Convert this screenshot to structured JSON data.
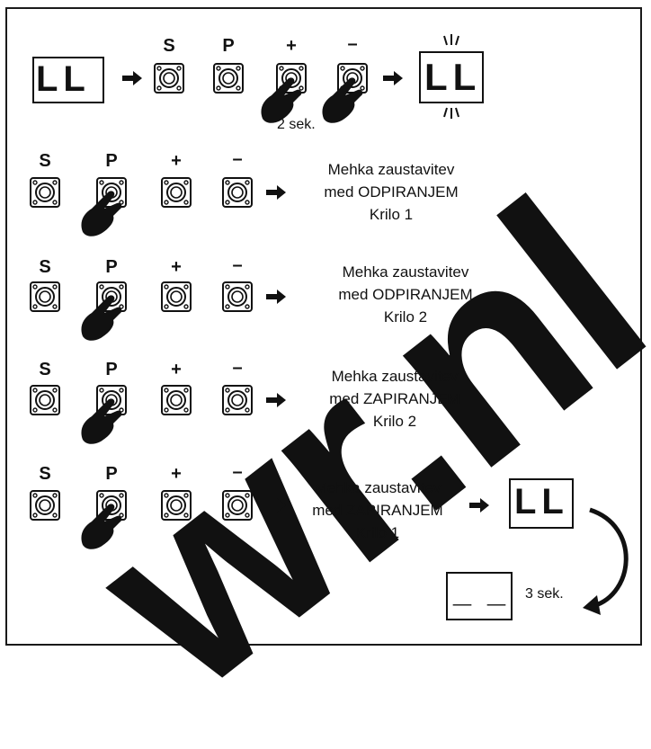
{
  "keys": {
    "s": "S",
    "p": "P",
    "plus": "+",
    "minus": "–"
  },
  "display": {
    "lcd_code": "LL",
    "lcd_done": "_ _"
  },
  "timing": {
    "hold_2s": "2 sek.",
    "wait_3s": "3 sek."
  },
  "steps": [
    {
      "line1": "Mehka zaustavitev",
      "line2": "med ODPIRANJEM",
      "line3": "Krilo 1"
    },
    {
      "line1": "Mehka zaustavitev",
      "line2": "med ODPIRANJEM",
      "line3": "Krilo 2"
    },
    {
      "line1": "Mehka zaustavitev",
      "line2": "med ZAPIRANJEM",
      "line3": "Krilo 2"
    },
    {
      "line1": "Mehka zaustavitev",
      "line2": "med ZAPIRANJEM",
      "line3": "Krilo 1"
    }
  ],
  "watermark": {
    "text": "wr.nl"
  },
  "colors": {
    "ink": "#111111",
    "frame": "#1a1a1a",
    "watermark_orange": "#ffa000"
  }
}
